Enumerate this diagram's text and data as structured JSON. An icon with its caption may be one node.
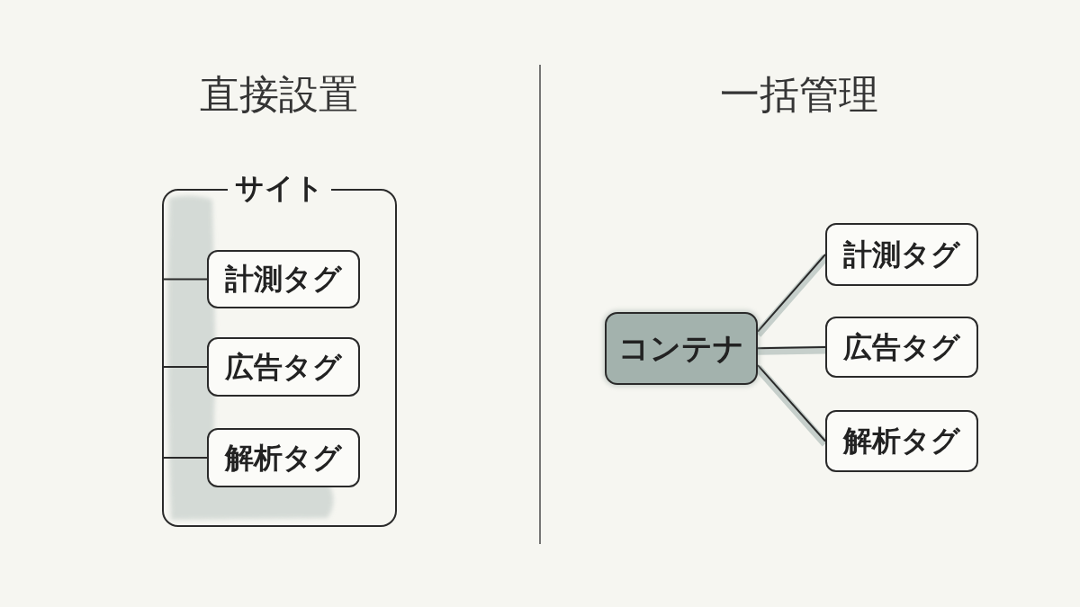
{
  "diagram": {
    "nodes": [
      {
        "text": [
          "サイト"
        ]
      },
      {
        "text": [
          "計測タグ"
        ],
        "in": 0
      },
      {
        "text": [
          "広告タグ"
        ],
        "in": 0
      },
      {
        "text": [
          "解析タグ"
        ],
        "in": 0
      },
      {
        "text": [
          "コンテナ"
        ]
      },
      {
        "text": [
          "計測タグ"
        ]
      },
      {
        "text": [
          "広告タグ"
        ]
      },
      {
        "text": [
          "解析タグ"
        ]
      }
    ],
    "edges": [
      {
        "from": 0,
        "to": 1,
        "arrow": "none"
      },
      {
        "from": 0,
        "to": 2,
        "arrow": "none"
      },
      {
        "from": 0,
        "to": 3,
        "arrow": "none"
      },
      {
        "from": 4,
        "to": 5,
        "arrow": "none"
      },
      {
        "from": 4,
        "to": 6,
        "arrow": "none"
      },
      {
        "from": 4,
        "to": 7,
        "arrow": "none"
      }
    ],
    "labels": [
      "直接設置",
      "一括管理"
    ]
  }
}
